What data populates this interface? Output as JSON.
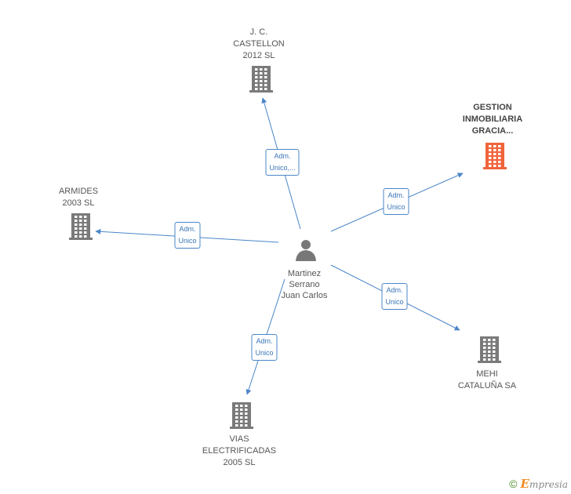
{
  "person": {
    "name_lines": [
      "Martinez",
      "Serrano",
      "Juan Carlos"
    ]
  },
  "companies": [
    {
      "id": "jc",
      "lines": [
        "J.  C.",
        "CASTELLON",
        "2012 SL"
      ],
      "highlight": false
    },
    {
      "id": "gestion",
      "lines": [
        "GESTION",
        "INMOBILIARIA",
        "GRACIA..."
      ],
      "highlight": true
    },
    {
      "id": "armides",
      "lines": [
        "ARMIDES",
        "2003 SL"
      ],
      "highlight": false
    },
    {
      "id": "mehi",
      "lines": [
        "MEHI",
        "CATALUÑA SA"
      ],
      "highlight": false
    },
    {
      "id": "vias",
      "lines": [
        "VIAS",
        "ELECTRIFICADAS",
        "2005 SL"
      ],
      "highlight": false
    }
  ],
  "edges": [
    {
      "to": "jc",
      "label_lines": [
        "Adm.",
        "Unico,..."
      ]
    },
    {
      "to": "gestion",
      "label_lines": [
        "Adm.",
        "Unico"
      ]
    },
    {
      "to": "armides",
      "label_lines": [
        "Adm.",
        "Unico"
      ]
    },
    {
      "to": "mehi",
      "label_lines": [
        "Adm.",
        "Unico"
      ]
    },
    {
      "to": "vias",
      "label_lines": [
        "Adm.",
        "Unico"
      ]
    }
  ],
  "colors": {
    "edge": "#4a86c8",
    "building": "#7a7a7a",
    "building_highlight": "#f0643c",
    "person": "#777777"
  },
  "footer": {
    "copyright_symbol": "©",
    "brand_initial": "E",
    "brand_rest": "mpresia"
  }
}
